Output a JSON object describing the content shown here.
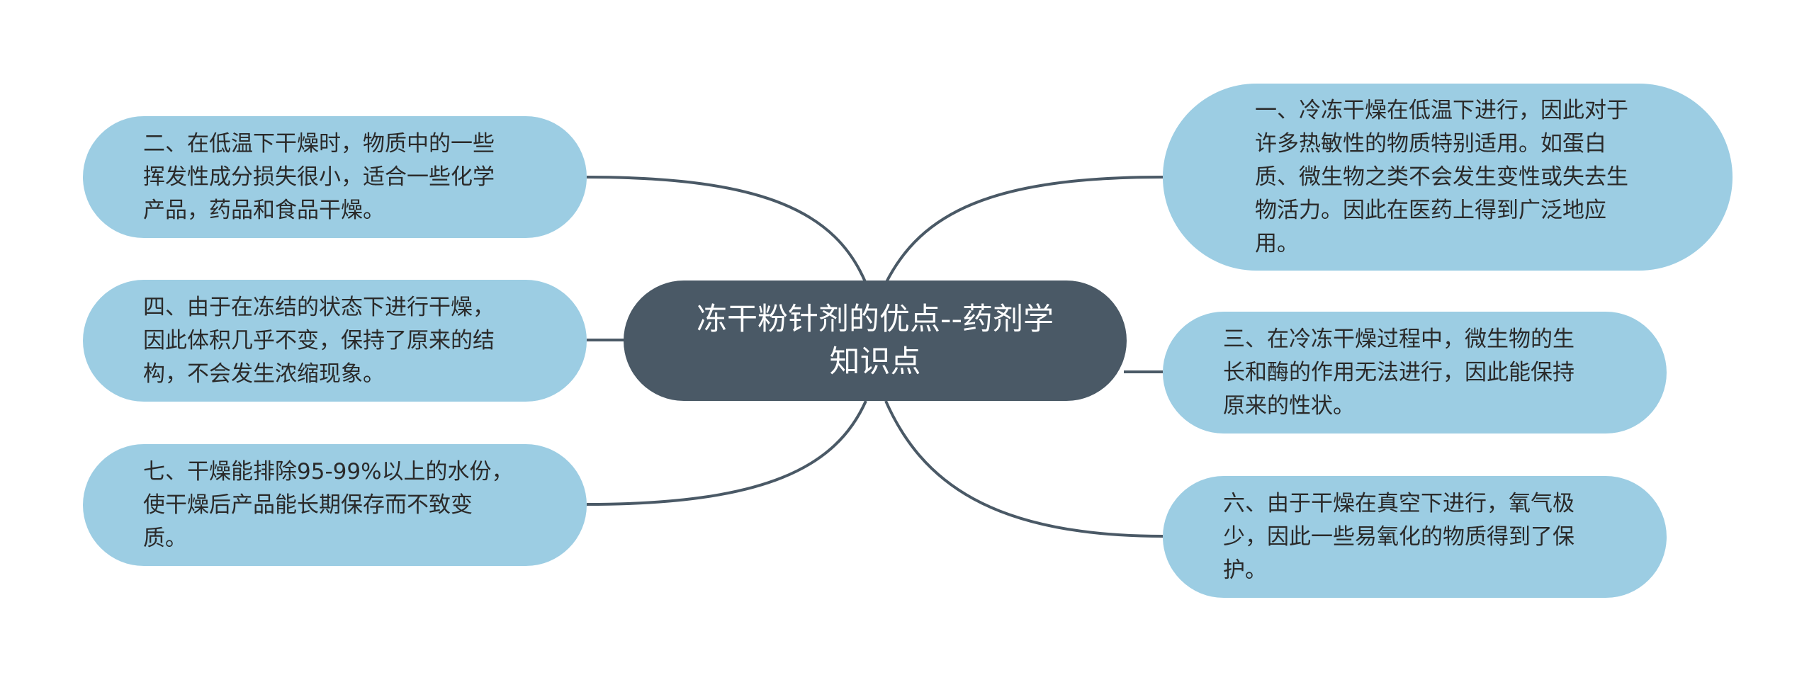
{
  "colors": {
    "center_fill": "#4a5966",
    "node_fill": "#9ccde3",
    "edge": "#4a5966"
  },
  "center": {
    "title": "冻干粉针剂的优点--药剂学知识点"
  },
  "nodes": {
    "n1": "一、冷冻干燥在低温下进行，因此对于许多热敏性的物质特别适用。如蛋白质、微生物之类不会发生变性或失去生物活力。因此在医药上得到广泛地应用。",
    "n2": "二、在低温下干燥时，物质中的一些挥发性成分损失很小，适合一些化学产品，药品和食品干燥。",
    "n3": "三、在冷冻干燥过程中，微生物的生长和酶的作用无法进行，因此能保持原来的性状。",
    "n4": "四、由于在冻结的状态下进行干燥，因此体积几乎不变，保持了原来的结构，不会发生浓缩现象。",
    "n6": "六、由于干燥在真空下进行，氧气极少，因此一些易氧化的物质得到了保护。",
    "n7": "七、干燥能排除95-99%以上的水份，使干燥后产品能长期保存而不致变质。"
  }
}
